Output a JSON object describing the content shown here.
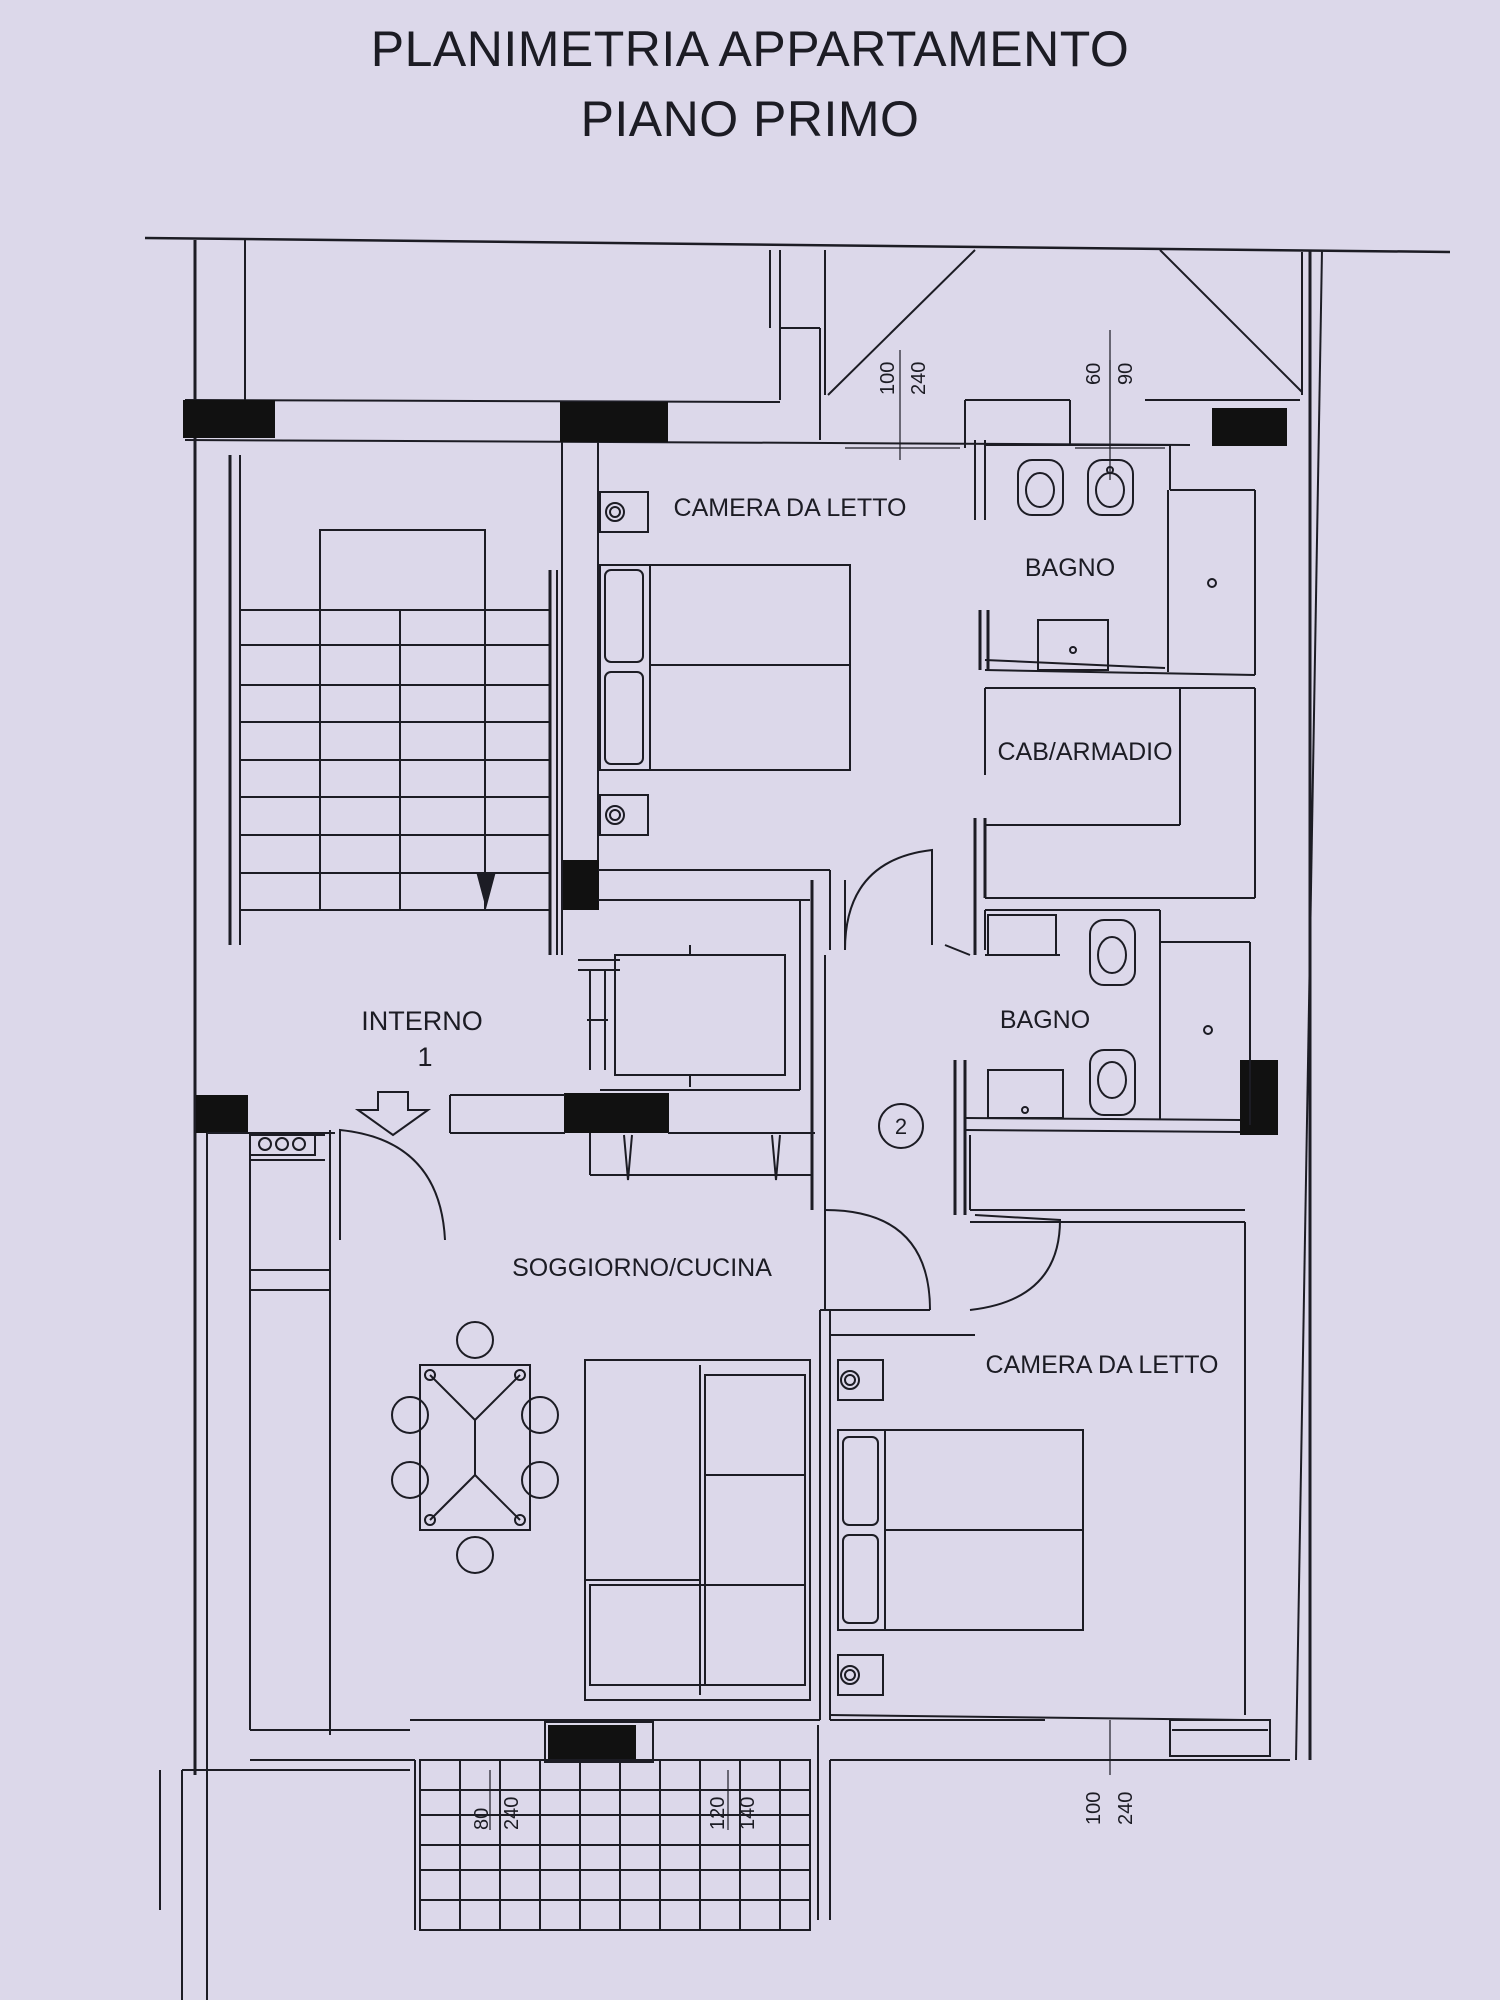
{
  "title": {
    "line1": "PLANIMETRIA APPARTAMENTO",
    "line2": "PIANO PRIMO"
  },
  "rooms": {
    "bedroom_top": "CAMERA DA LETTO",
    "bath_top": "BAGNO",
    "closet": "CAB/ARMADIO",
    "bath_middle": "BAGNO",
    "entry_line1": "INTERNO",
    "entry_line2": "1",
    "living": "SOGGIORNO/CUCINA",
    "bedroom_bottom": "CAMERA DA LETTO"
  },
  "markers": {
    "hallway_number": "2"
  },
  "window_dimensions": {
    "top_left_a": "100",
    "top_left_b": "240",
    "top_right_a": "60",
    "top_right_b": "90",
    "balcony_left_a": "80",
    "balcony_left_b": "240",
    "balcony_right_a": "120",
    "balcony_right_b": "140",
    "bottom_right_a": "100",
    "bottom_right_b": "240"
  }
}
